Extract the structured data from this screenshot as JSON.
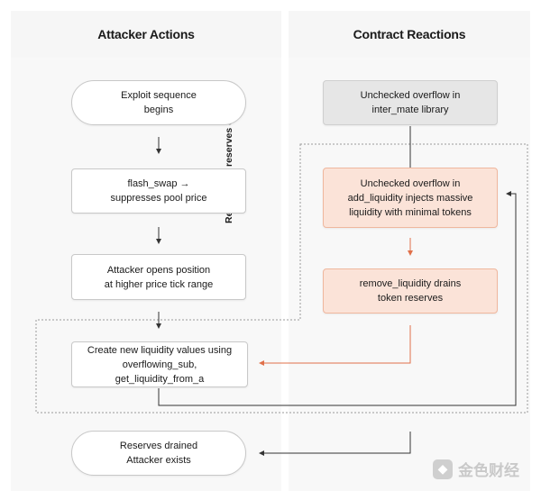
{
  "headers": {
    "left": "Attacker Actions",
    "right": "Contract Reactions"
  },
  "loop_label": "Repeat until reserves empty",
  "nodes": {
    "exploit_start": "Exploit sequence\nbegins",
    "flash_swap": "flash_swap →\nsuppresses pool price",
    "open_position": "Attacker opens position\nat higher price tick range",
    "create_liquidity": "Create new liquidity values using\noverflowing_sub, get_liquidity_from_a",
    "reserves_drained": "Reserves drained\nAttacker exists",
    "unchecked_lib": "Unchecked overflow in\ninter_mate library",
    "add_liquidity": "Unchecked overflow in\nadd_liquidity injects massive\nliquidity with minimal tokens",
    "remove_liquidity": "remove_liquidity drains\ntoken reserves"
  },
  "colors": {
    "neutral_arrow": "#333333",
    "reaction_arrow": "#e0704a",
    "highlight_fill": "#fbe3d8",
    "grey_fill": "#e6e6e6"
  },
  "watermark": {
    "text": "金色财经",
    "logo_icon": "jinse-logo-icon"
  }
}
